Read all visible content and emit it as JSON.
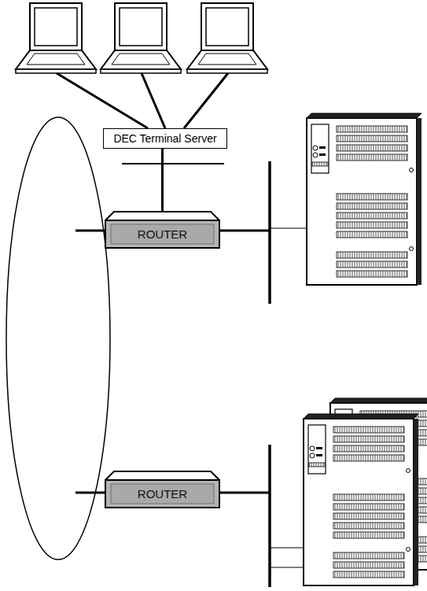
{
  "diagram": {
    "nodes": [
      {
        "text": [
          "DEC Terminal Server"
        ]
      },
      {
        "text": [
          "ROUTER"
        ]
      },
      {
        "text": [
          "ROUTER"
        ]
      }
    ],
    "edges": [
      {
        "from": 0,
        "to": 1,
        "arrow": "none"
      }
    ]
  }
}
